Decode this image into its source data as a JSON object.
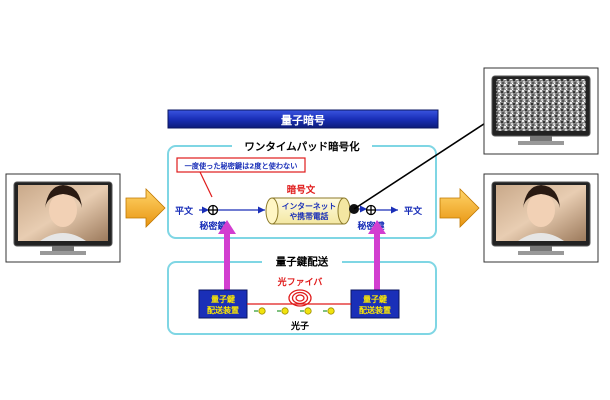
{
  "title": "量子暗号",
  "otp": {
    "label": "ワンタイムパッド暗号化",
    "warning": "一度使った秘密鍵は2度と使わない",
    "ciphertext_label": "暗号文",
    "channel": {
      "line1": "インターネット",
      "line2": "や携帯電話"
    },
    "plaintext_left": "平文",
    "plaintext_right": "平文",
    "secret_key_left": "秘密鍵",
    "secret_key_right": "秘密鍵",
    "xor_symbol": "⊕"
  },
  "qkd": {
    "label": "量子鍵配送",
    "fiber_label": "光ファイバ",
    "photon_label": "光子",
    "device_left": {
      "line1": "量子鍵",
      "line2": "配送装置"
    },
    "device_right": {
      "line1": "量子鍵",
      "line2": "配送装置"
    }
  },
  "colors": {
    "title_bar": "#1a2fb8",
    "panel_border": "#7fd6e4",
    "arrow_orange": "#f2a81e",
    "device_fill": "#1a2fb8",
    "device_text": "#ffea00",
    "key_arrow": "#d23ed0",
    "red": "#e01b1b",
    "blue_text": "#1a2fb8"
  }
}
